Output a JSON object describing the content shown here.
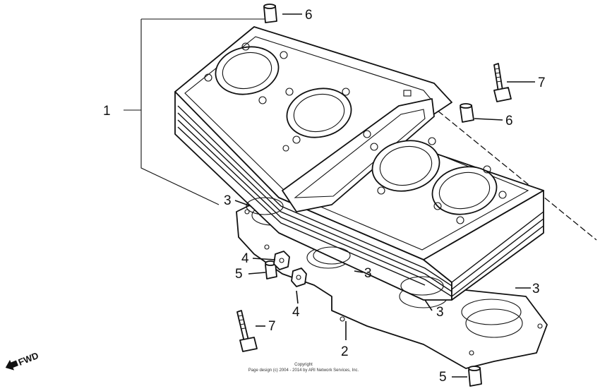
{
  "callouts": [
    {
      "id": "1",
      "label": "1"
    },
    {
      "id": "2",
      "label": "2"
    },
    {
      "id": "3a",
      "label": "3"
    },
    {
      "id": "3b",
      "label": "3"
    },
    {
      "id": "3c",
      "label": "3"
    },
    {
      "id": "3d",
      "label": "3"
    },
    {
      "id": "4a",
      "label": "4"
    },
    {
      "id": "4b",
      "label": "4"
    },
    {
      "id": "5a",
      "label": "5"
    },
    {
      "id": "5b",
      "label": "5"
    },
    {
      "id": "6a",
      "label": "6"
    },
    {
      "id": "6b",
      "label": "6"
    },
    {
      "id": "7a",
      "label": "7"
    },
    {
      "id": "7b",
      "label": "7"
    }
  ],
  "direction_label": "FWD",
  "copyright": {
    "line1": "Copyright",
    "line2": "Page design (c) 2004 - 2014 by ARI Network Services, Inc."
  }
}
